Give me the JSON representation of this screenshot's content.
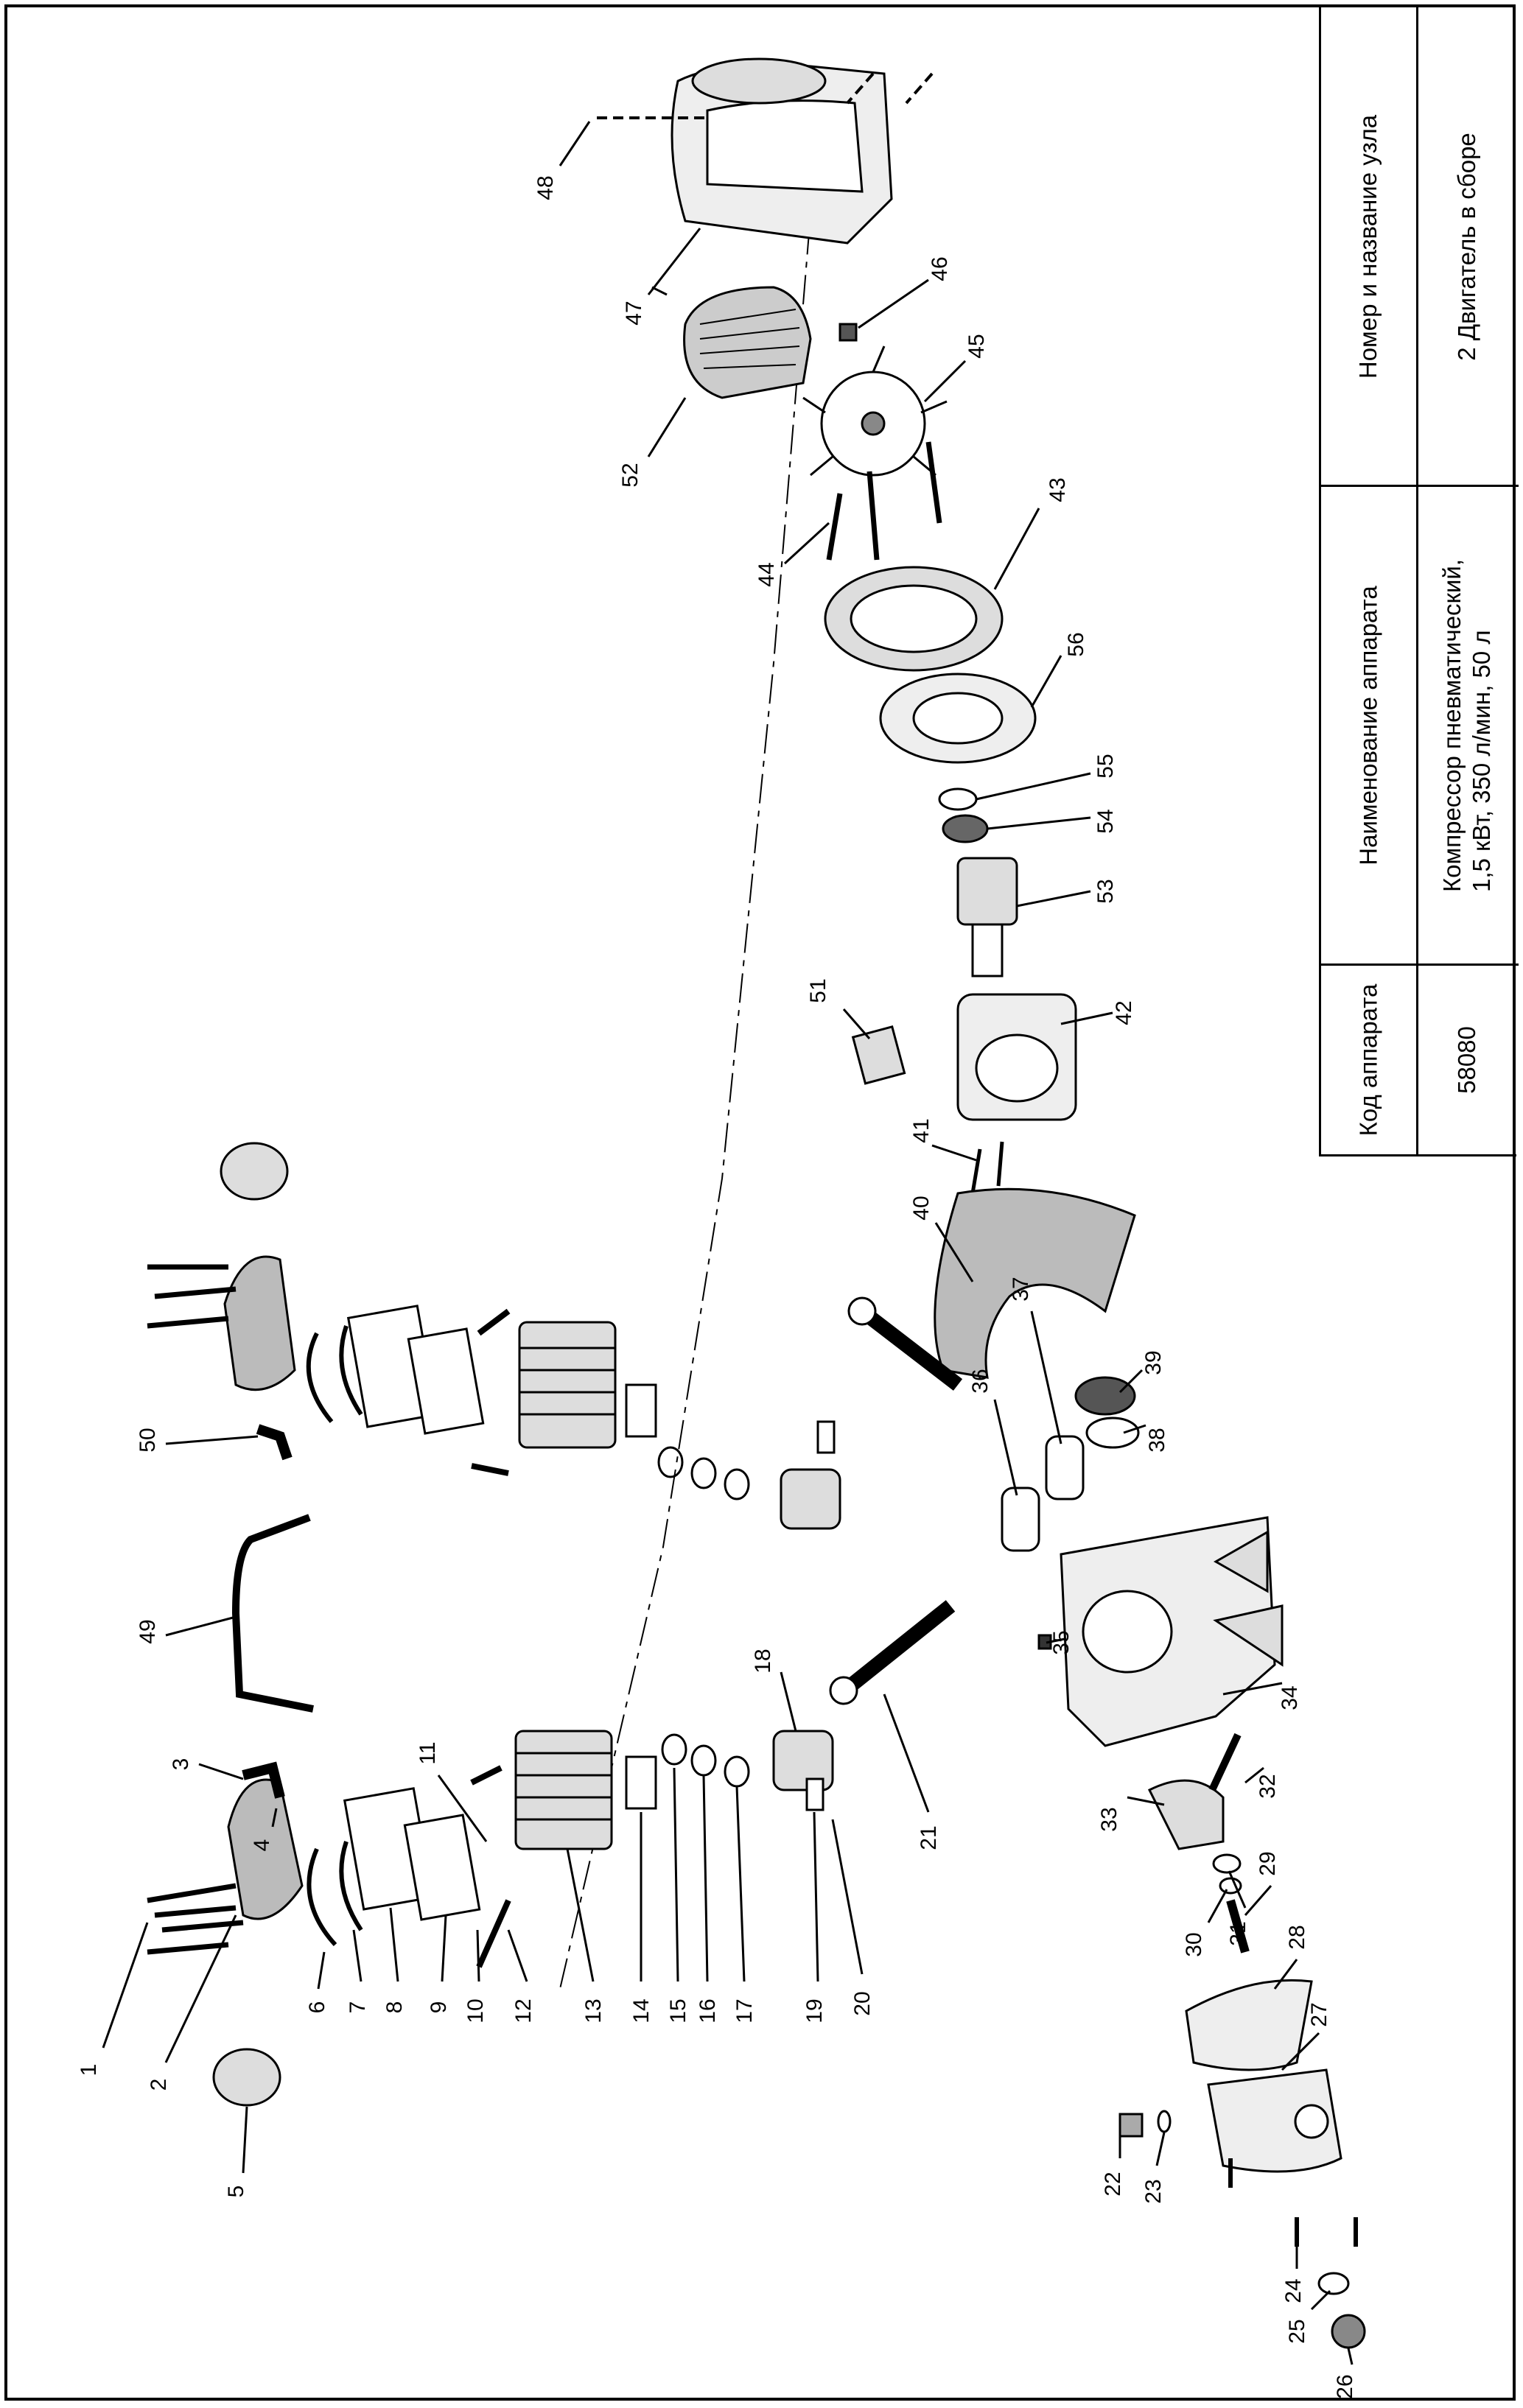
{
  "title_block": {
    "header_code": "Код аппарата",
    "header_name": "Наименование аппарата",
    "header_unit": "Номер и название узла",
    "code": "58080",
    "name_line1": "Компрессор пневматический,",
    "name_line2": "1,5 кВт, 350 л/мин, 50 л",
    "unit": "2 Двигатель в сборе"
  },
  "callouts": [
    "1",
    "2",
    "3",
    "4",
    "5",
    "6",
    "7",
    "8",
    "9",
    "10",
    "11",
    "12",
    "13",
    "14",
    "15",
    "16",
    "17",
    "18",
    "19",
    "20",
    "21",
    "22",
    "23",
    "24",
    "25",
    "26",
    "27",
    "28",
    "29",
    "30",
    "31",
    "32",
    "33",
    "34",
    "35",
    "36",
    "37",
    "38",
    "39",
    "40",
    "41",
    "42",
    "43",
    "44",
    "45",
    "46",
    "47",
    "48",
    "49",
    "50",
    "51",
    "52",
    "53",
    "54",
    "55",
    "56"
  ]
}
